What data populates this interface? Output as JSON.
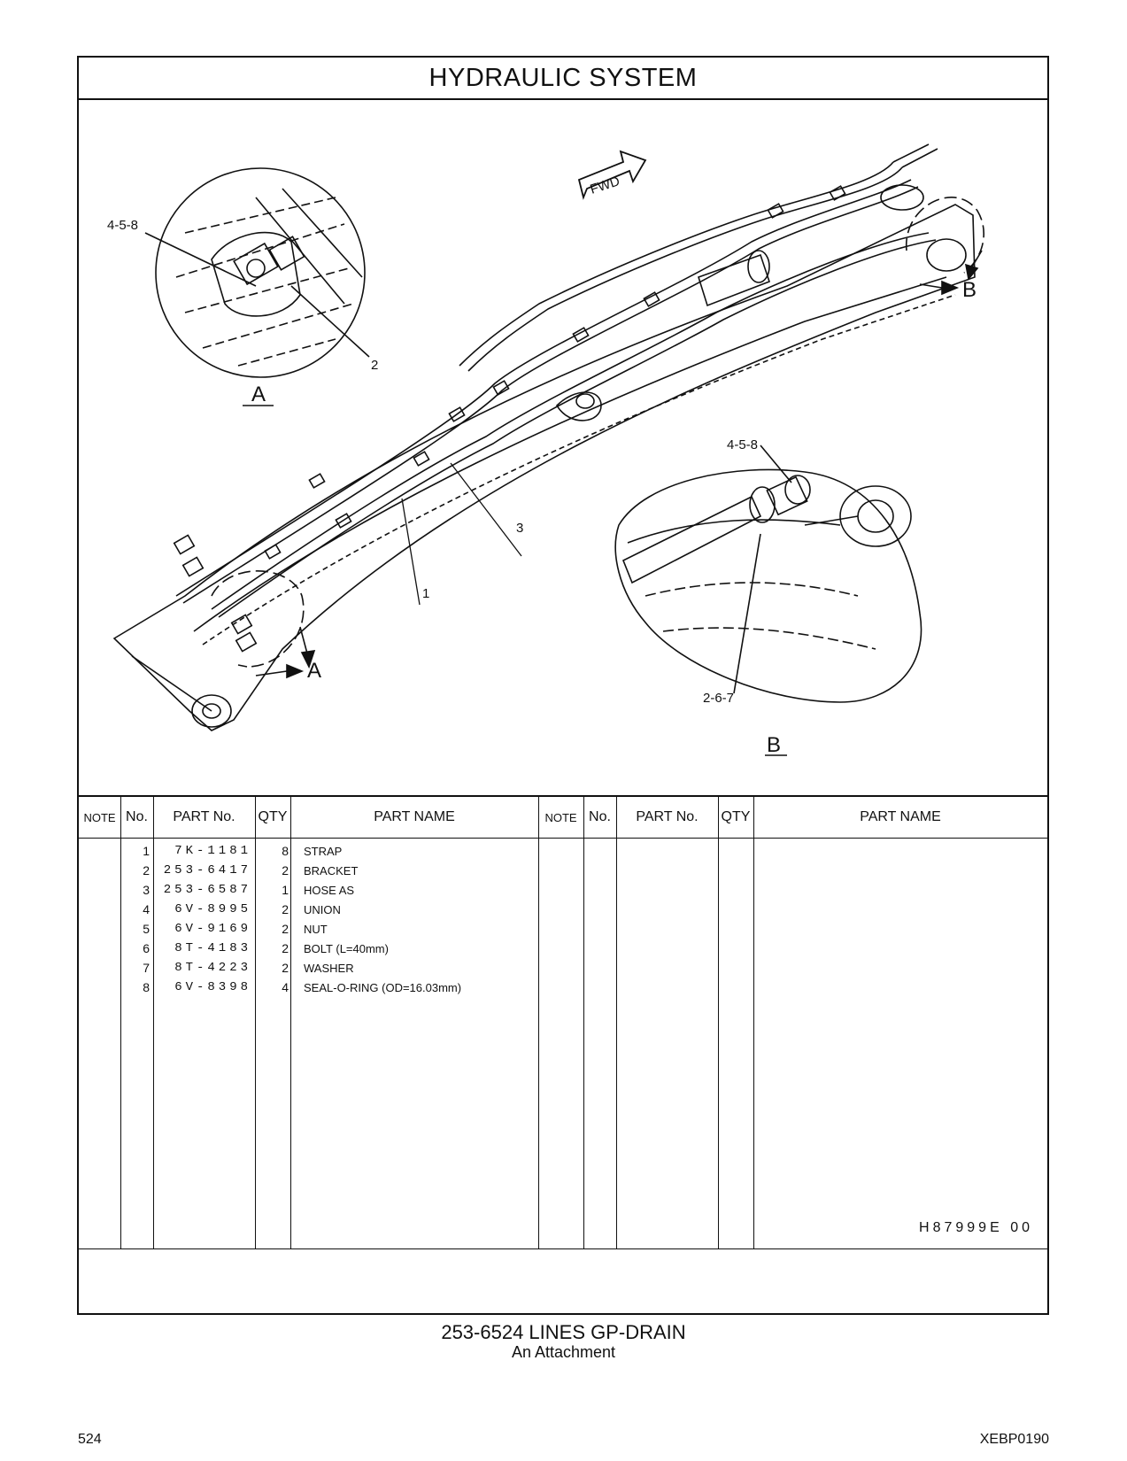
{
  "header": {
    "title": "HYDRAULIC   SYSTEM"
  },
  "drawing": {
    "fwd_label": "FWD",
    "callouts": {
      "detail_a_top": "4-5-8",
      "detail_a_two": "2",
      "detail_a_name": "A",
      "boom_a": "A",
      "boom_b": "B",
      "callout_3": "3",
      "callout_1": "1",
      "detail_b_top": "4-5-8",
      "detail_b_bottom": "2-6-7",
      "detail_b_name": "B"
    }
  },
  "table": {
    "headers": {
      "note": "NOTE",
      "no": "No.",
      "part_no": "PART No.",
      "qty": "QTY",
      "part_name": "PART NAME"
    },
    "rows": [
      {
        "no": "1",
        "part_no": "7K-1181",
        "qty": "8",
        "name": "STRAP"
      },
      {
        "no": "2",
        "part_no": "253-6417",
        "qty": "2",
        "name": "BRACKET"
      },
      {
        "no": "3",
        "part_no": "253-6587",
        "qty": "1",
        "name": "HOSE  AS"
      },
      {
        "no": "4",
        "part_no": "6V-8995",
        "qty": "2",
        "name": "UNION"
      },
      {
        "no": "5",
        "part_no": "6V-9169",
        "qty": "2",
        "name": "NUT"
      },
      {
        "no": "6",
        "part_no": "8T-4183",
        "qty": "2",
        "name": "BOLT (L=40mm)"
      },
      {
        "no": "7",
        "part_no": "8T-4223",
        "qty": "2",
        "name": "WASHER"
      },
      {
        "no": "8",
        "part_no": "6V-8398",
        "qty": "4",
        "name": "SEAL-O-RING (OD=16.03mm)"
      }
    ]
  },
  "footer": {
    "drawing_code": "H87999E   00",
    "caption_main": "253-6524   LINES  GP-DRAIN",
    "caption_sub": "An Attachment",
    "page_number": "524",
    "doc_id": "XEBP0190"
  },
  "colors": {
    "ink": "#111111",
    "paper": "#ffffff"
  }
}
